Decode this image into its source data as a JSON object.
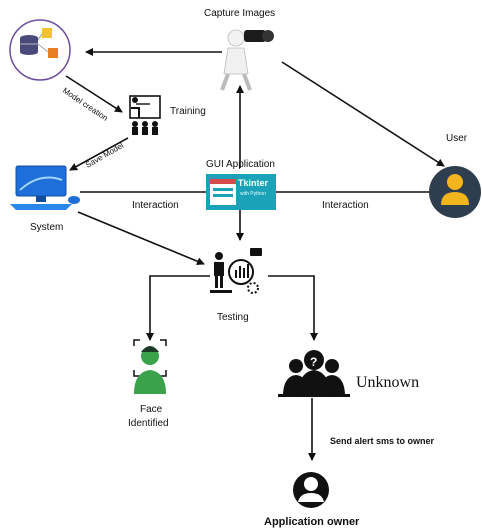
{
  "labels": {
    "capture_images": "Capture Images",
    "model_creation": "Model creation",
    "training": "Training",
    "save_model": "Save Model",
    "user": "User",
    "gui_application": "GUI Application",
    "system": "System",
    "interaction_left": "Interaction",
    "interaction_right": "Interaction",
    "tkinter_title": "Tkinter",
    "tkinter_sub": "with Python",
    "testing": "Testing",
    "face_identified_line1": "Face",
    "face_identified_line2": "Identified",
    "unknown": "Unknown",
    "send_alert": "Send alert sms to owner",
    "application_owner": "Application owner"
  },
  "icons": {
    "database": "database-icon",
    "camera_person": "camera-person-icon",
    "training": "training-icon",
    "system": "computer-icon",
    "gui": "tkinter-window-icon",
    "user": "user-avatar-icon",
    "testing": "analysis-icon",
    "face": "face-scan-icon",
    "unknown": "unknown-group-icon",
    "owner": "owner-avatar-icon"
  },
  "colors": {
    "user_circle": "#2f3e4e",
    "user_figure": "#f2b51d",
    "face_green": "#3aa24a",
    "tkinter_teal": "#1aa3b8",
    "db_purple": "#6b4f9e",
    "arrow": "#111111"
  }
}
